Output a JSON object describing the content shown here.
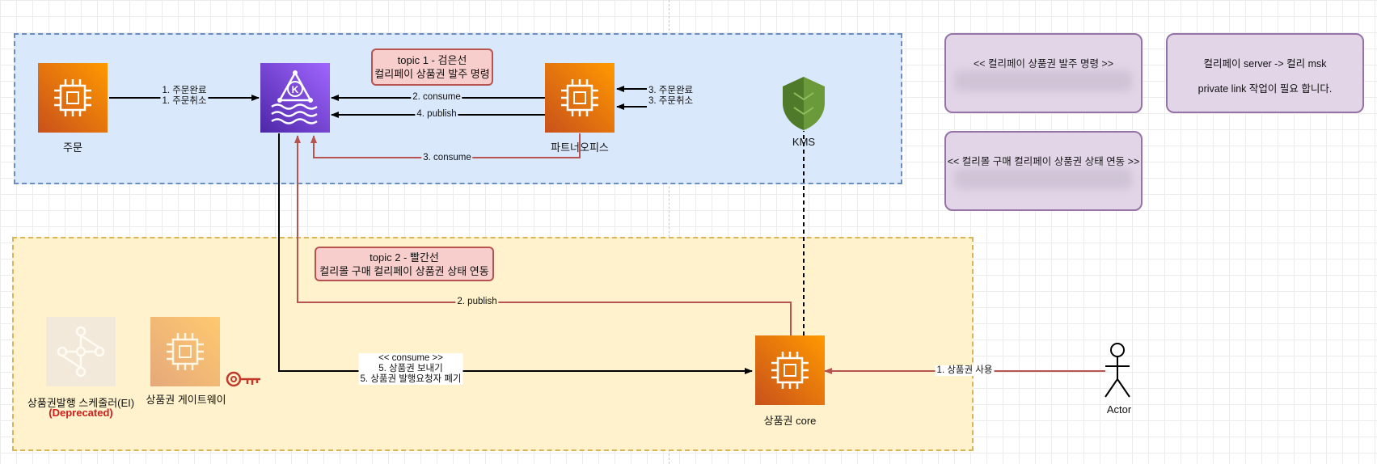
{
  "nodes": {
    "order": {
      "label": "주문"
    },
    "msk": {
      "label": ""
    },
    "partner_office": {
      "label": "파트너오피스"
    },
    "kms": {
      "label": "KMS"
    },
    "scheduler": {
      "label": "상품권발행 스케줄러(EI)",
      "status": "(Deprecated)"
    },
    "gateway": {
      "label": "상품권 게이트웨이"
    },
    "core": {
      "label": "상품권 core"
    },
    "actor": {
      "label": "Actor"
    }
  },
  "notes": {
    "topic1": {
      "line1": "topic 1 - 검은선",
      "line2": "컬리페이 상품권 발주 명령"
    },
    "topic2": {
      "line1": "topic 2 - 빨간선",
      "line2": "컬리몰 구매 컬리페이 상품권 상태 연동"
    },
    "panel_order_cmd": {
      "title": "<< 컬리페이 상품권 발주 명령 >>"
    },
    "panel_status_sync": {
      "title": "<< 컬리몰 구매 컬리페이 상품권 상태 연동 >>"
    },
    "panel_private_link": {
      "line1": "컬리페이 server -> 컬리 msk",
      "line2": "private link 작업이 필요 합니다."
    }
  },
  "edges": {
    "order_to_msk": {
      "line1": "1. 주문완료",
      "line2": "1. 주문취소"
    },
    "partner_consume": {
      "label": "2. consume"
    },
    "partner_publish": {
      "label": "4. publish"
    },
    "partner_inputs": {
      "line1": "3. 주문완료",
      "line2": "3. 주문취소"
    },
    "red_consume": {
      "label": "3. consume"
    },
    "core_publish": {
      "label": "2. publish"
    },
    "msk_to_core": {
      "line1": "<< consume >>",
      "line2": "5. 상품권 보내기",
      "line3": "5. 상품권 발행요청자 폐기"
    },
    "actor_to_core": {
      "label": "1. 상품권 사용"
    }
  },
  "colors": {
    "blue_region": "#dae8fc",
    "yellow_region": "#fff2cc",
    "note_fill": "#f8cecc",
    "panel_fill": "#e1d5e7",
    "red_line": "#b85450",
    "black_line": "#000000"
  }
}
